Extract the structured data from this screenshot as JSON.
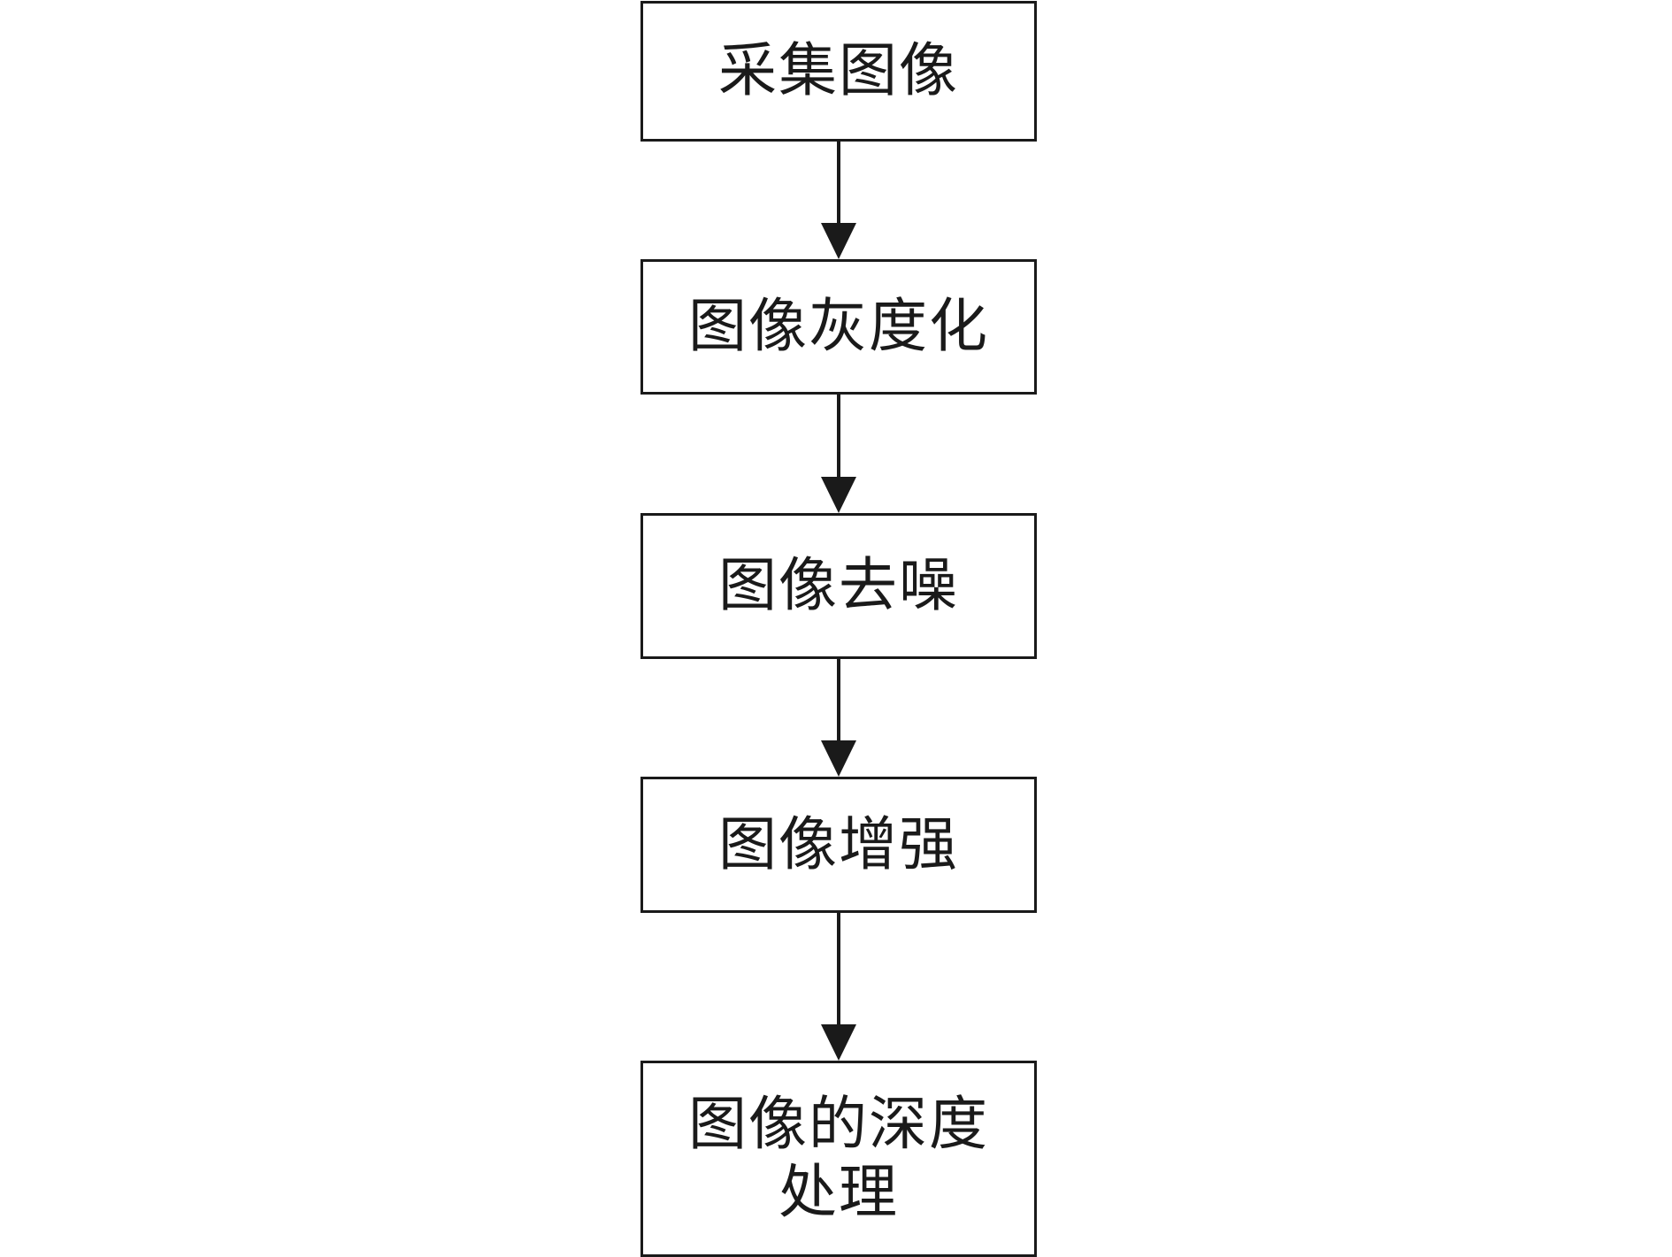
{
  "diagram": {
    "steps": [
      {
        "lines": [
          "采集图像"
        ]
      },
      {
        "lines": [
          "图像灰度化"
        ]
      },
      {
        "lines": [
          "图像去噪"
        ]
      },
      {
        "lines": [
          "图像增强"
        ]
      },
      {
        "lines": [
          "图像的深度",
          "处理"
        ]
      }
    ],
    "colors": {
      "stroke": "#1a1a1a",
      "text": "#1a1a1a",
      "background": "#ffffff"
    }
  }
}
